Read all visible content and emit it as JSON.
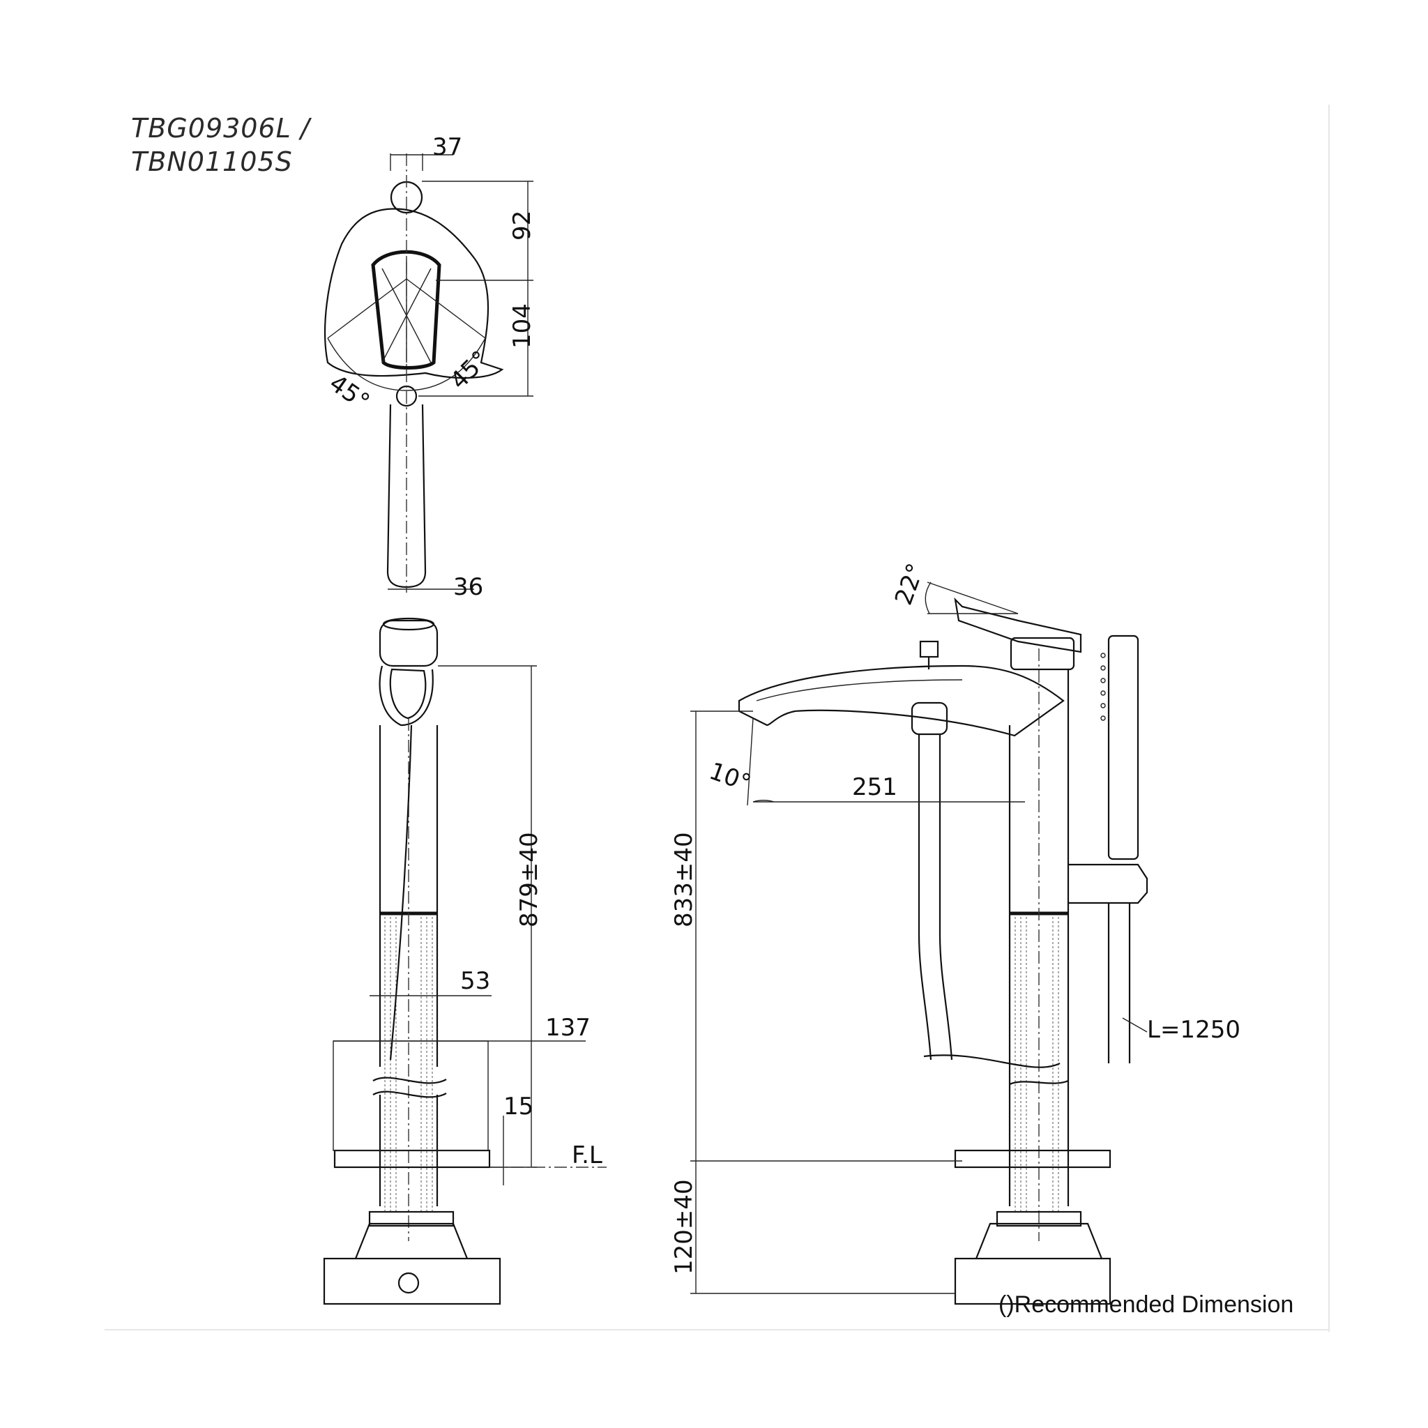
{
  "title": {
    "line1": "TBG09306L /",
    "line2": "TBN01105S"
  },
  "dimensions": {
    "top_width": "37",
    "top_upper": "92",
    "top_lower": "104",
    "angle_left": "45°",
    "angle_right": "45°",
    "handle_width": "36",
    "side_height": "879±40",
    "pipe_width": "53",
    "flange_width": "137",
    "flange_thickness": "15",
    "floor_label": "F.L",
    "handle_tilt": "22°",
    "spout_angle": "10°",
    "spout_reach": "251",
    "front_height": "833±40",
    "below_floor": "120±40",
    "hose_length": "L=1250"
  },
  "note": "()Recommended Dimension"
}
